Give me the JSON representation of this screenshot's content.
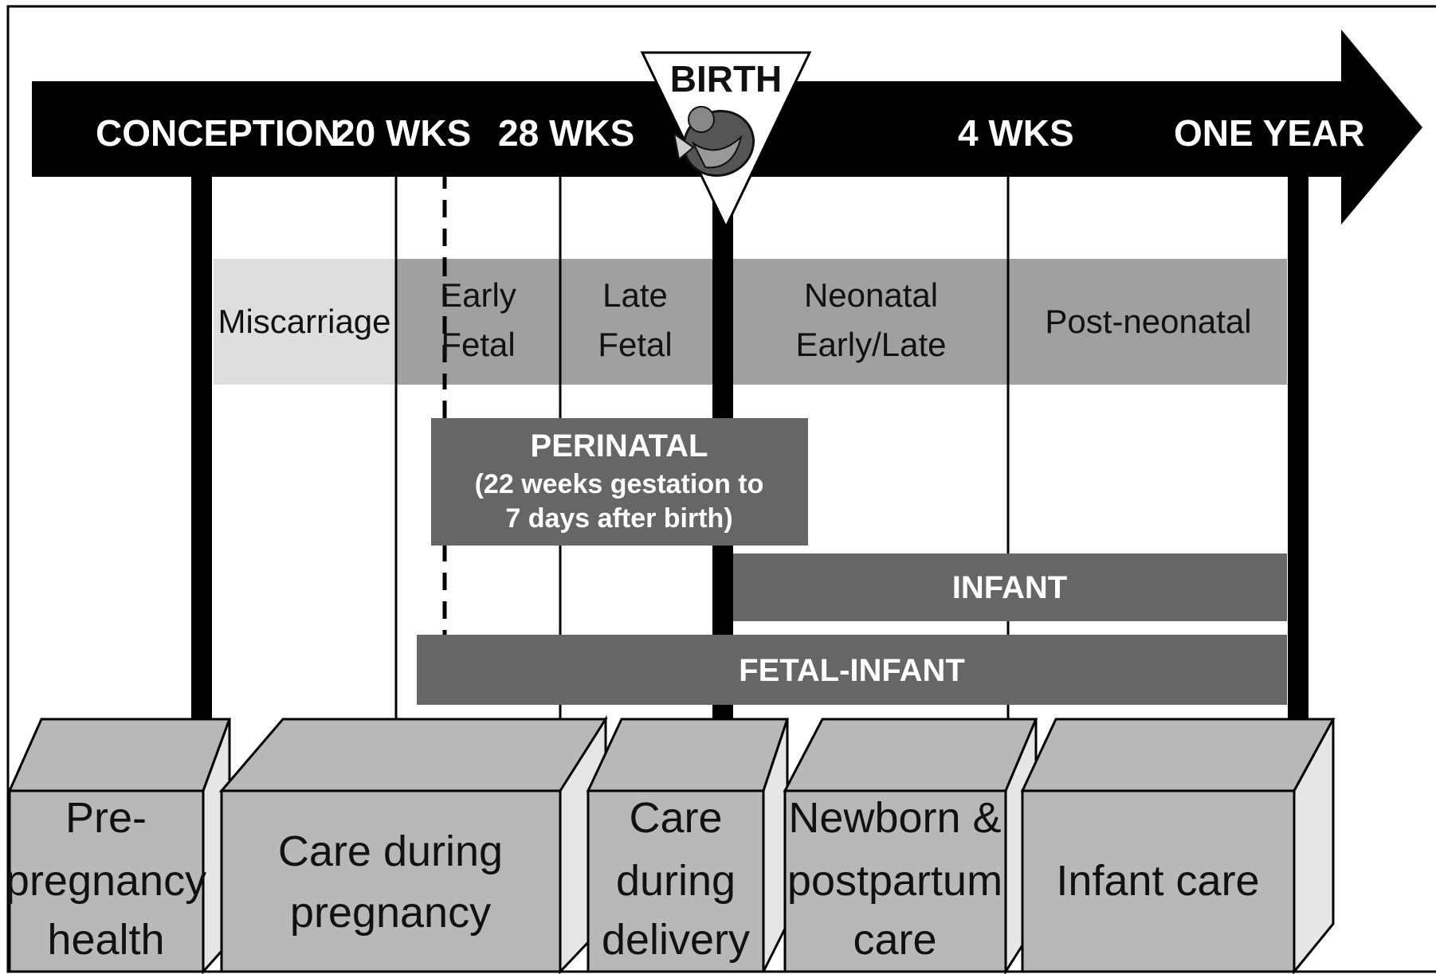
{
  "timeline": {
    "labels": {
      "conception": "CONCEPTION",
      "wk20": "20 WKS",
      "wk28": "28 WKS",
      "birth": "BIRTH",
      "wk4": "4 WKS",
      "one_year": "ONE YEAR"
    },
    "birth_icon": "baby-icon"
  },
  "periods": {
    "miscarriage": "Miscarriage",
    "early_fetal": [
      "Early",
      "Fetal"
    ],
    "late_fetal": [
      "Late",
      "Fetal"
    ],
    "neonatal": [
      "Neonatal",
      "Early/Late"
    ],
    "post_neonatal": "Post-neonatal"
  },
  "spans": {
    "perinatal": {
      "title": "PERINATAL",
      "sub": [
        "(22 weeks gestation to",
        "7 days after birth)"
      ]
    },
    "infant": "INFANT",
    "fetal_infant": "FETAL-INFANT"
  },
  "care_boxes": {
    "pre_pregnancy": [
      "Pre-",
      "pregnancy",
      "health"
    ],
    "pregnancy": [
      "Care during",
      "pregnancy"
    ],
    "delivery": [
      "Care",
      "during",
      "delivery"
    ],
    "newborn": [
      "Newborn &",
      "postpartum",
      "care"
    ],
    "infant": "Infant care"
  },
  "colors": {
    "timeline": "#000000",
    "light_gray": "#dedede",
    "mid_gray": "#a0a0a0",
    "dark_gray": "#666666",
    "box_front": "#b8b8b8",
    "box_side": "#e6e6e6"
  }
}
